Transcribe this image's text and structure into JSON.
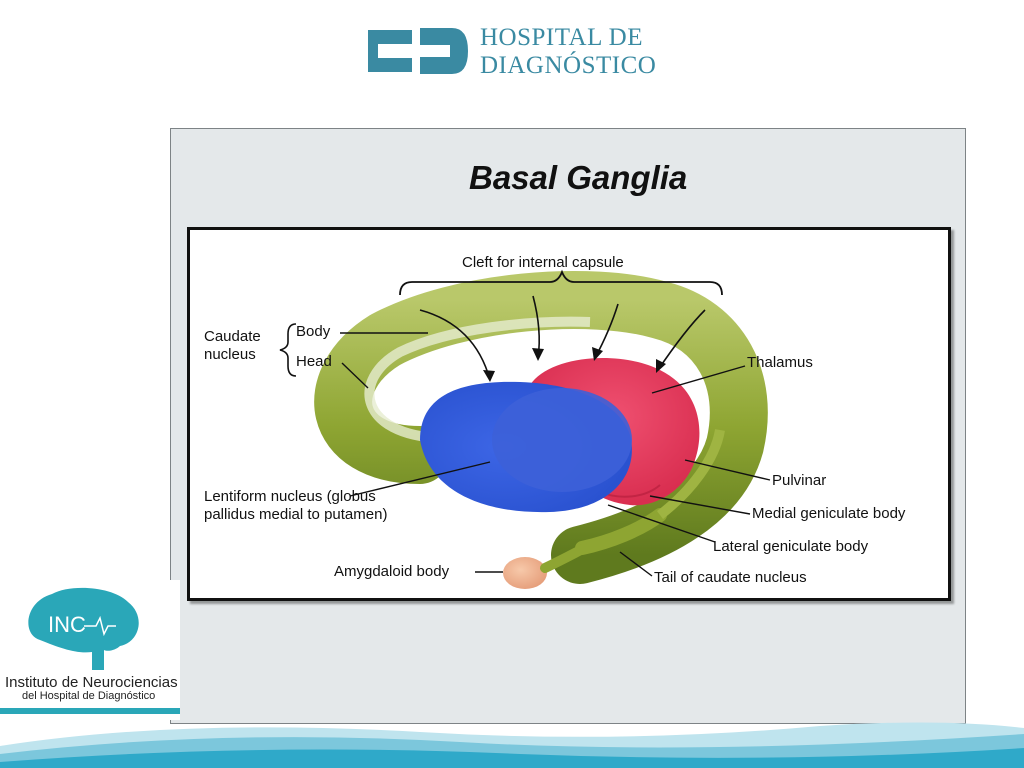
{
  "header": {
    "logo_line1": "HOSPITAL DE",
    "logo_line2": "DIAGNÓSTICO"
  },
  "slide": {
    "title": "Basal Ganglia"
  },
  "diagram": {
    "labels": {
      "cleft": "Cleft for internal capsule",
      "caudate_nucleus": "Caudate nucleus",
      "body": "Body",
      "head": "Head",
      "thalamus": "Thalamus",
      "pulvinar": "Pulvinar",
      "medial_geniculate": "Medial geniculate body",
      "lateral_geniculate": "Lateral geniculate body",
      "tail_caudate": "Tail of caudate nucleus",
      "amygdaloid": "Amygdaloid body",
      "lentiform": "Lentiform nucleus (globus pallidus medial to putamen)"
    }
  },
  "footer_logo": {
    "mark": "INC",
    "name_line1": "Instituto de Neurociencias",
    "name_line2": "del Hospital de Diagnóstico"
  },
  "colors": {
    "brand_teal": "#3a8aa2",
    "caudate_green": "#8ea532",
    "lentiform_blue": "#2f5fe0",
    "thalamus_red": "#e03a5a",
    "amygdala_peach": "#eeaa88"
  }
}
